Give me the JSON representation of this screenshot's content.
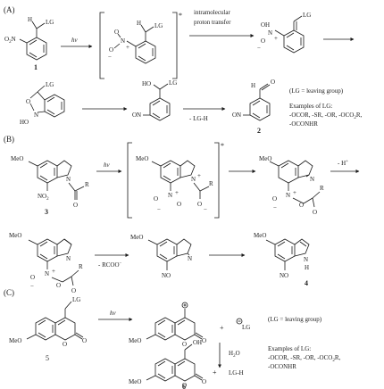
{
  "panels": {
    "a": "(A)",
    "b": "(B)",
    "c": "(C)"
  },
  "labels": {
    "hv": "hv",
    "lg": "LG",
    "no2": "NO",
    "no2_sub": "2",
    "ho": "HO",
    "on": "ON",
    "o": "O",
    "oh": "OH",
    "n": "N",
    "h": "H",
    "r": "R",
    "meo": "MeO",
    "no": "NO",
    "intramolecular": "intramolecular",
    "proton_transfer": "proton transfer",
    "minus_lghh": "- LG-H",
    "minus_h": "- H",
    "minus_rcoo": "- RCOO",
    "h2o": "H2O",
    "lgh": "LG-H",
    "plus": "+",
    "star": "*",
    "plus_charge": "+",
    "minus_charge": "−"
  },
  "notes": {
    "a_lg": "(LG = leaving group)",
    "a_examples_title": "Examples of LG:",
    "a_examples_1": "-OCOR, -SR, -OR, -OCO",
    "a_examples_1_sub": "2",
    "a_examples_1_end": "R,",
    "a_examples_2": "-OCONHR",
    "c_lg": "(LG = leaving group)",
    "c_examples_title": "Examples of LG:",
    "c_examples_1": "-OCOR, -SR, -OR, -OCO",
    "c_examples_1_sub": "2",
    "c_examples_1_end": "R,",
    "c_examples_2": "-OCONHR"
  },
  "compounds": {
    "c1": "1",
    "c2": "2",
    "c3": "3",
    "c4": "4",
    "c5": "5",
    "c6": "6"
  }
}
